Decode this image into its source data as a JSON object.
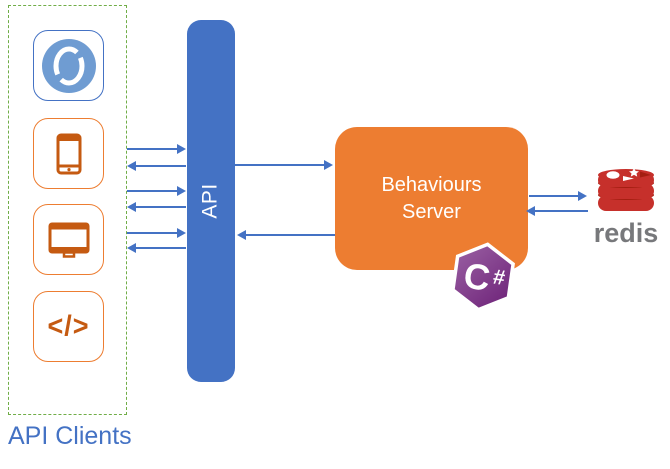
{
  "colors": {
    "blue": "#4472C4",
    "orange": "#ED7D31",
    "orange_dark": "#C55A11",
    "green_dashed": "#70AD47",
    "icon_circle_blue": "#6F9CD2",
    "purple_light": "#9B62A4",
    "purple_dark": "#6C2077",
    "redis_red": "#C6302B",
    "redis_dark_red": "#A41E11",
    "redis_gray": "#77787B"
  },
  "clients": {
    "label": "API Clients",
    "icons": [
      {
        "name": "sync-app-icon"
      },
      {
        "name": "mobile-phone-icon"
      },
      {
        "name": "desktop-monitor-icon"
      },
      {
        "name": "code-icon",
        "glyph": "</>"
      }
    ]
  },
  "api_bar": {
    "label": "API"
  },
  "server": {
    "line1": "Behaviours",
    "line2": "Server"
  },
  "csharp_badge": {
    "letter": "C",
    "sharp": "#"
  },
  "redis": {
    "label": "redis"
  }
}
